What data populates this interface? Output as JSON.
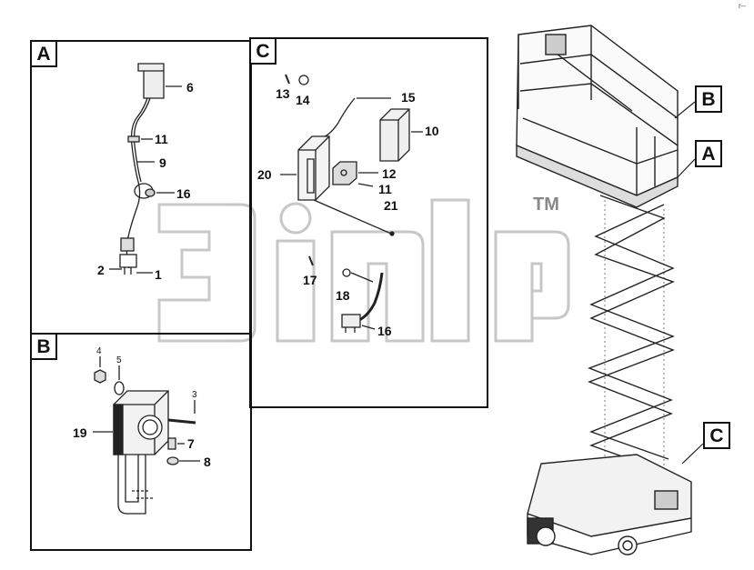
{
  "panels": {
    "a": {
      "letter": "A",
      "labels": {
        "n6": "6",
        "n11": "11",
        "n9": "9",
        "n16": "16",
        "n2": "2",
        "n1": "1"
      }
    },
    "b": {
      "letter": "B",
      "labels": {
        "n4": "4",
        "n5": "5",
        "n3": "3",
        "n19": "19",
        "n7": "7",
        "n8": "8"
      }
    },
    "c": {
      "letter": "C",
      "labels": {
        "n13": "13",
        "n14": "14",
        "n15": "15",
        "n10": "10",
        "n20": "20",
        "n12": "12",
        "n11": "11",
        "n21": "21",
        "n17": "17",
        "n18": "18",
        "n16": "16"
      }
    }
  },
  "callouts": {
    "b": "B",
    "a": "A",
    "c": "C"
  },
  "watermark": {
    "trademark": "TM"
  },
  "corner_mark": "r--"
}
